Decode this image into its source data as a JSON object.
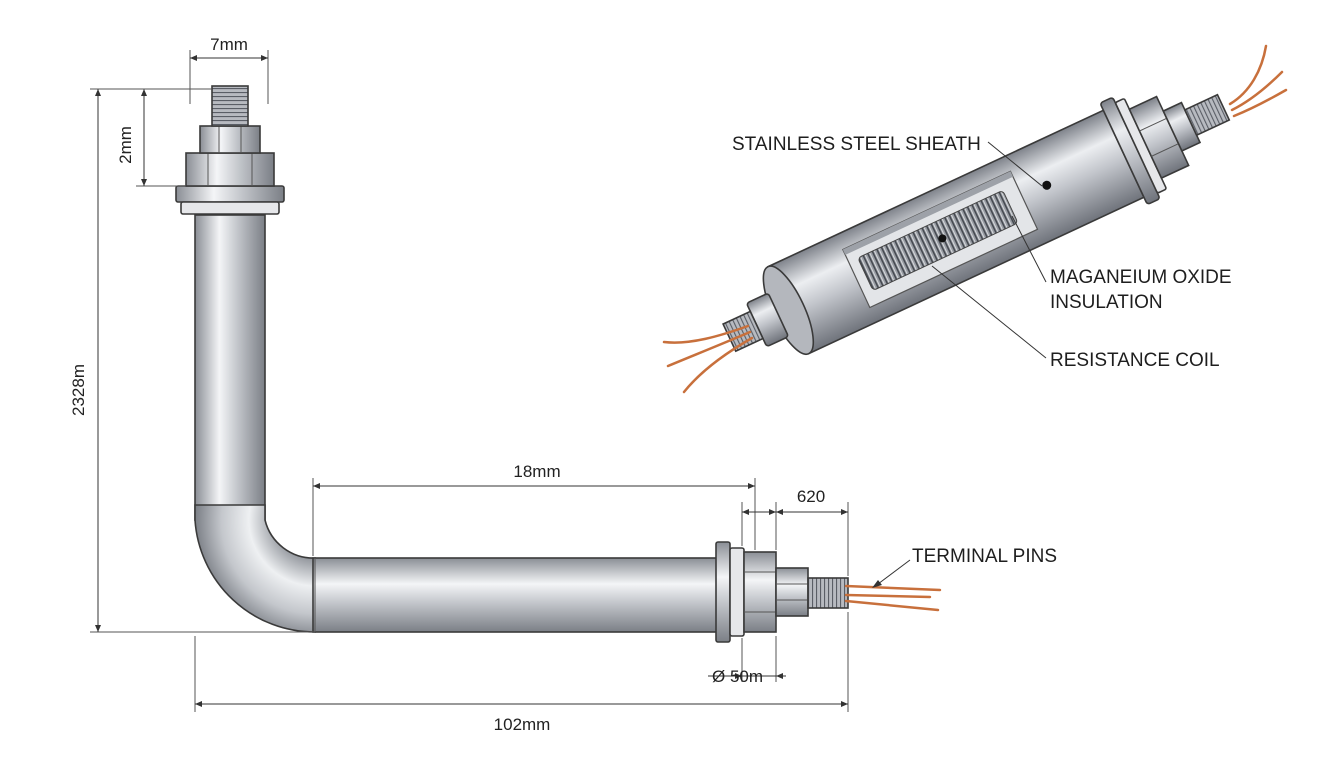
{
  "dimensions": {
    "top_thread_width": "7mm",
    "top_nut_height": "2mm",
    "overall_height": "2328m",
    "horizontal_run": "18mm",
    "fitting_length": "620",
    "diameter": "Ø 50m",
    "overall_width": "102mm"
  },
  "callouts": {
    "terminal_pins": "TERMINAL PINS",
    "sheath": "STAINLESS STEEL SHEATH",
    "insulation_line1": "MAGANEIUM OXIDE",
    "insulation_line2": "INSULATION",
    "coil": "RESISTANCE COIL"
  },
  "colors": {
    "steel_light": "#f2f3f5",
    "steel_mid": "#b9bcc2",
    "steel_dark": "#7d8188",
    "copper": "#c8703c",
    "line": "#333333"
  }
}
